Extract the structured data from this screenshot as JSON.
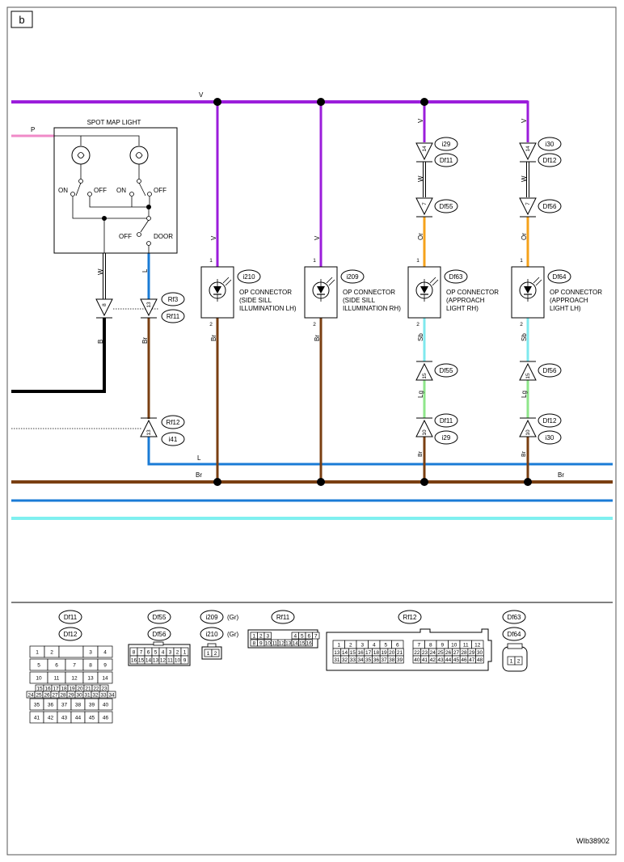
{
  "page_label": "b",
  "figure_id": "WIb38902",
  "spot_map_light": {
    "title": "SPOT MAP LIGHT",
    "on_left": "ON",
    "off_left": "OFF",
    "on_right": "ON",
    "off_right": "OFF",
    "off_door": "OFF",
    "door": "DOOR"
  },
  "wire_colors": {
    "V": "#9b1ddb",
    "P": "#f08ac8",
    "B": "#000000",
    "L": "#1a7bd6",
    "Br": "#7a3f12",
    "W": "#ffffff",
    "Or": "#f5a21b",
    "Sb": "#7fe8ee",
    "Lg": "#8ee68a",
    "Gr": "#888888",
    "cyan_bus": "#7ff0f0"
  },
  "wire_labels": {
    "v_top": "V",
    "p_left": "P",
    "w_spot": "W",
    "b_spot": "B",
    "l_spot": "L",
    "br_spot": "Br",
    "l_bus": "L",
    "br_bus_left": "Br",
    "br_bus_right": "Br",
    "v_c1": "V",
    "br_c1": "Br",
    "v_c2": "V",
    "br_c2": "Br",
    "v_c3": "V",
    "w_c3": "W",
    "or_c3": "Or",
    "sb_c3": "Sb",
    "lg_c3": "Lg",
    "br_c3": "Br",
    "v_c4": "V",
    "w_c4": "W",
    "or_c4": "Or",
    "sb_c4": "Sb",
    "lg_c4": "Lg",
    "br_c4": "Br"
  },
  "pins": {
    "w_spot": "8",
    "l_spot": "13",
    "l_bottom": "13",
    "c1_top": "1",
    "c1_bottom": "2",
    "c2_top": "1",
    "c2_bottom": "2",
    "c3_i29_top": "14",
    "c3_df55_top": "7",
    "c3_top": "1",
    "c3_bottom": "2",
    "c3_df55_bottom": "15",
    "c3_i29_bottom": "10",
    "c4_i30_top": "14",
    "c4_df56_top": "7",
    "c4_top": "1",
    "c4_bottom": "2",
    "c4_df56_bottom": "15",
    "c4_i30_bottom": "10"
  },
  "connector_tags": {
    "rf3": "Rf3",
    "rf11": "Rf11",
    "rf12": "Rf12",
    "i41": "i41",
    "i210": "i210",
    "i209": "i209",
    "df63": "Df63",
    "df64": "Df64",
    "c3_i29_top": "i29",
    "c3_df11_top": "Df11",
    "c3_df55_top": "Df55",
    "c3_df55_bottom": "Df55",
    "c3_df11_bottom": "Df11",
    "c3_i29_bottom": "i29",
    "c4_i30_top": "i30",
    "c4_df12_top": "Df12",
    "c4_df56_top": "Df56",
    "c4_df56_bottom": "Df56",
    "c4_df12_bottom": "Df12",
    "c4_i30_bottom": "i30"
  },
  "components": {
    "c1": {
      "line1": "OP CONNECTOR",
      "line2": "(SIDE SILL",
      "line3": "ILLUMINATION LH)"
    },
    "c2": {
      "line1": "OP CONNECTOR",
      "line2": "(SIDE SILL",
      "line3": "ILLUMINATION RH)"
    },
    "c3": {
      "line1": "OP CONNECTOR",
      "line2": "(APPROACH",
      "line3": "LIGHT RH)"
    },
    "c4": {
      "line1": "OP CONNECTOR",
      "line2": "(APPROACH",
      "line3": "LIGHT LH)"
    }
  },
  "legend": {
    "df11": "Df11",
    "df12": "Df12",
    "df55": "Df55",
    "df56": "Df56",
    "i209": "i209",
    "i210": "i210",
    "gr1": "(Gr)",
    "gr2": "(Gr)",
    "rf11": "Rf11",
    "rf12": "Rf12",
    "df63": "Df63",
    "df64": "Df64"
  },
  "df11_rows": [
    [
      "1",
      "2",
      "",
      "3",
      "4"
    ],
    [
      "5",
      "6",
      "7",
      "8",
      "9"
    ],
    [
      "10",
      "11",
      "12",
      "13",
      "14"
    ],
    [
      "15",
      "16",
      "17",
      "18",
      "19",
      "20",
      "21",
      "22",
      "23"
    ],
    [
      "24",
      "25",
      "26",
      "27",
      "28",
      "29",
      "30",
      "31",
      "32",
      "33",
      "34"
    ],
    [
      "35",
      "36",
      "37",
      "38",
      "39",
      "40"
    ],
    [
      "41",
      "42",
      "43",
      "44",
      "45",
      "46"
    ]
  ],
  "df55_rows": [
    [
      "8",
      "7",
      "6",
      "5",
      "4",
      "3",
      "2",
      "1"
    ],
    [
      "16",
      "15",
      "14",
      "13",
      "12",
      "11",
      "10",
      "9"
    ]
  ],
  "i209_pins": [
    "1",
    "2"
  ],
  "rf11_rows": [
    [
      "1",
      "2",
      "3",
      "4",
      "5",
      "6",
      "7"
    ],
    [
      "8",
      "9",
      "10",
      "11",
      "12",
      "13",
      "14",
      "15",
      "16"
    ]
  ],
  "rf12_rows": [
    [
      "1",
      "2",
      "3",
      "4",
      "5",
      "6",
      "7",
      "8",
      "9",
      "10",
      "11",
      "12"
    ],
    [
      "13",
      "14",
      "15",
      "16",
      "17",
      "18",
      "19",
      "20",
      "21",
      "22",
      "23",
      "24",
      "25",
      "26",
      "27",
      "28",
      "29",
      "30"
    ],
    [
      "31",
      "32",
      "33",
      "34",
      "35",
      "36",
      "37",
      "38",
      "39",
      "40",
      "41",
      "42",
      "43",
      "44",
      "45",
      "46",
      "47",
      "48"
    ]
  ],
  "df63_pins": [
    "1",
    "2"
  ]
}
